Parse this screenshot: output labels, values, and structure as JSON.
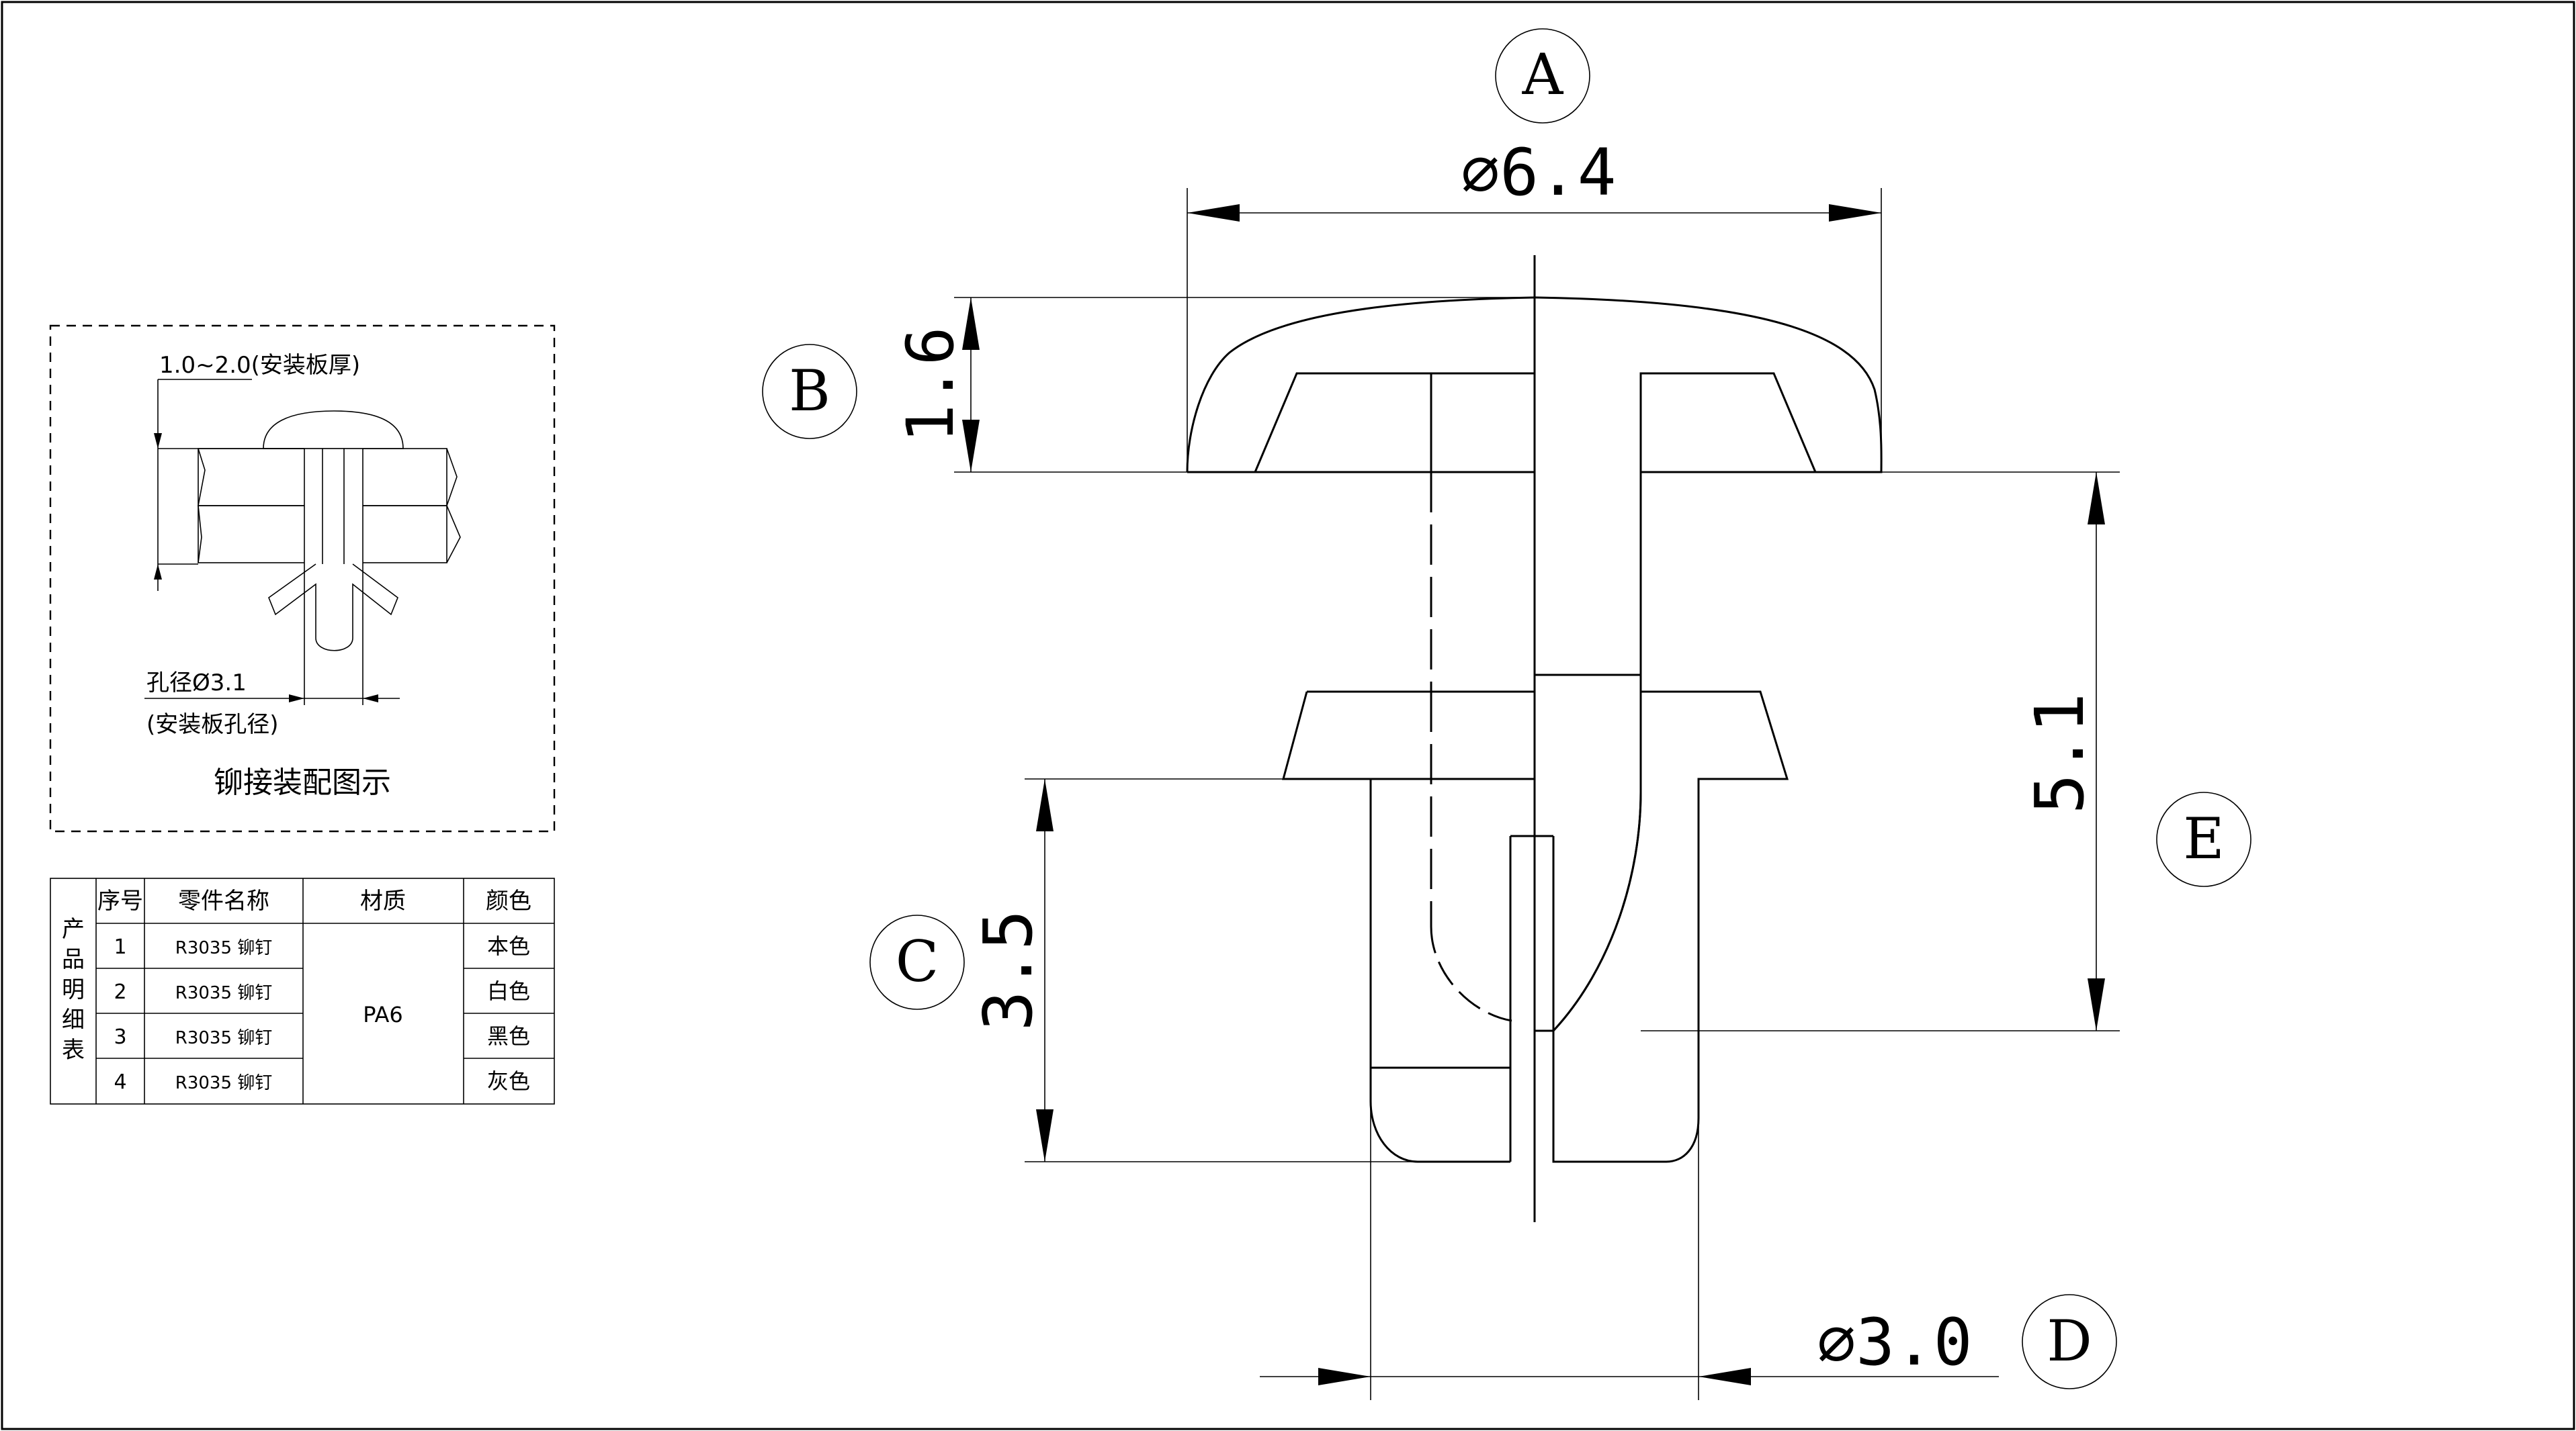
{
  "labels": {
    "A": "A",
    "B": "B",
    "C": "C",
    "D": "D",
    "E": "E"
  },
  "dimensions": {
    "head_diameter": "∅6.4",
    "head_height": "1.6",
    "shank_length": "5.1",
    "leg_length": "3.5",
    "leg_diameter": "∅3.0"
  },
  "inset": {
    "plate_thickness": "1.0~2.0(安装板厚)",
    "hole_diameter": "孔径Ø3.1",
    "hole_diameter_note": "(安装板孔径)",
    "caption": "铆接装配图示"
  },
  "table": {
    "side_label": [
      "产",
      "品",
      "明",
      "细",
      "表"
    ],
    "headers": [
      "序号",
      "零件名称",
      "材质",
      "颜色"
    ],
    "rows": [
      {
        "no": "1",
        "name": "R3035 铆钉",
        "color": "本色"
      },
      {
        "no": "2",
        "name": "R3035 铆钉",
        "color": "白色"
      },
      {
        "no": "3",
        "name": "R3035 铆钉",
        "color": "黑色"
      },
      {
        "no": "4",
        "name": "R3035 铆钉",
        "color": "灰色"
      }
    ],
    "material": "PA6"
  }
}
